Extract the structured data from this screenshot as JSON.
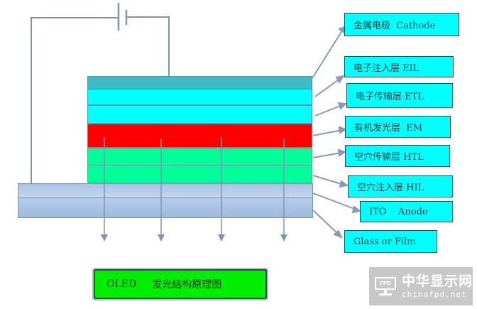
{
  "diagram": {
    "title": "OLED 发光结构原理图",
    "caption_parts": [
      "OLED",
      "发光结构原理图"
    ],
    "layers": [
      {
        "id": "cathode",
        "label_cn": "金属电极",
        "label_en": "Cathode",
        "color": "#3dbcc4"
      },
      {
        "id": "eil",
        "label_cn": "电子注入层",
        "label_en": "EIL",
        "color": "#00ffff"
      },
      {
        "id": "etl",
        "label_cn": "电子传输层",
        "label_en": "ETL",
        "color": "#00ffff"
      },
      {
        "id": "em",
        "label_cn": "有机发光层",
        "label_en": "EM",
        "color": "#ff0000"
      },
      {
        "id": "htl",
        "label_cn": "空穴传输层",
        "label_en": "HTL",
        "color": "#00ff99"
      },
      {
        "id": "hil",
        "label_cn": "空穴注入层",
        "label_en": "HIL",
        "color": "#00ff99"
      },
      {
        "id": "ito",
        "label_cn": "ITO",
        "label_en": "Anode",
        "color": "#b4cbe6"
      },
      {
        "id": "glass",
        "label_cn": "",
        "label_en": "Glass or Film",
        "color": "#b4cbe6"
      }
    ],
    "labels": [
      "金属电极  Cathode",
      "电子注入层 EIL",
      "电子传输层 ETL",
      "有机发光层  EM",
      "空穴传输层 HTL",
      "空穴注入层 HIL",
      "ITO    Anode",
      "Glass or Film"
    ],
    "light_arrows": 4
  },
  "watermark": {
    "logo_text": "FPD",
    "name_cn": "中华显示网",
    "domain": "chinafpd.net"
  },
  "colors": {
    "label_bg": "#00ffff",
    "caption_bg": "#00ee00",
    "wire": "#8094b0"
  }
}
